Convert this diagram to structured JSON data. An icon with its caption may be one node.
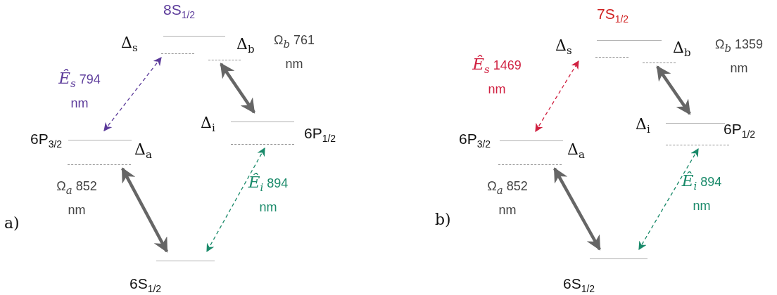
{
  "diagram": {
    "nodes": [
      {
        "text": [
          "8S$_{1/2}$"
        ]
      },
      {
        "text": [
          "6P$_{3/2}$"
        ]
      },
      {
        "text": [
          "6P$_{1/2}$"
        ]
      },
      {
        "text": [
          "6S$_{1/2}$"
        ]
      },
      {
        "text": [
          "7S$_{1/2}$"
        ]
      },
      {
        "text": [
          "6P$_{3/2}$"
        ]
      },
      {
        "text": [
          "6P$_{1/2}$"
        ]
      },
      {
        "text": [
          "6S$_{1/2}$"
        ]
      }
    ],
    "edges": [
      {
        "from": 1,
        "to": 0,
        "arrow": "both",
        "style": "dashed",
        "color": "#5b3a9a",
        "label": "*Ê*$_{s}$ 794 nm"
      },
      {
        "from": 0,
        "to": 2,
        "arrow": "both",
        "style": "thick",
        "label": "Ω$_{b}$ 761 nm"
      },
      {
        "from": 1,
        "to": 3,
        "arrow": "both",
        "style": "thick",
        "label": "Ω$_{a}$ 852 nm"
      },
      {
        "from": 2,
        "to": 3,
        "arrow": "both",
        "style": "dashed",
        "color": "#1a8a6a",
        "label": "*Ê*$_{i}$ 894 nm"
      },
      {
        "from": 5,
        "to": 4,
        "arrow": "both",
        "style": "dashed",
        "color": "#d02040",
        "label": "*Ê*$_{s}$ 1469 nm"
      },
      {
        "from": 4,
        "to": 6,
        "arrow": "both",
        "style": "thick",
        "label": "Ω$_{b}$ 1359 nm"
      },
      {
        "from": 5,
        "to": 7,
        "arrow": "both",
        "style": "thick",
        "label": "Ω$_{a}$ 852 nm"
      },
      {
        "from": 6,
        "to": 7,
        "arrow": "both",
        "style": "dashed",
        "color": "#1a8a6a",
        "label": "*Ê*$_{i}$ 894 nm"
      }
    ],
    "labels": [
      "Δ$_{s}$",
      "Δ$_{b}$",
      "Δ$_{i}$",
      "Δ$_{a}$",
      "a)",
      "Δ$_{s}$",
      "Δ$_{b}$",
      "Δ$_{i}$",
      "Δ$_{a}$",
      "b)"
    ]
  }
}
